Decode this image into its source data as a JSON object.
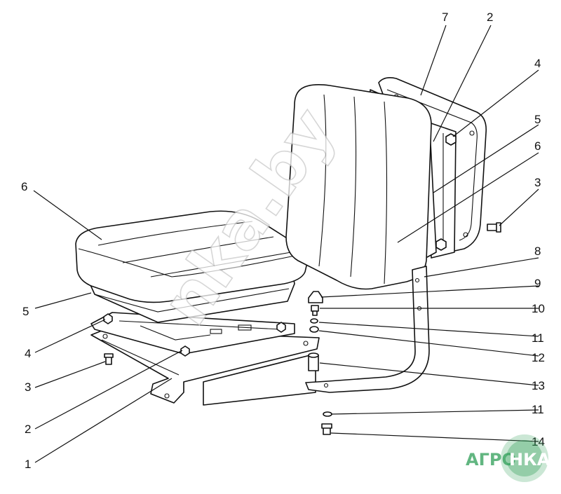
{
  "callouts": {
    "seat_cushion": "6",
    "seat_base": "5",
    "nut_left": "4",
    "bolt_left": "3",
    "bracket_left": "2",
    "frame": "1",
    "back_frame": "7",
    "back_bracket": "2",
    "back_nut": "4",
    "back_base": "5",
    "back_cushion": "6",
    "back_bolt": "3",
    "support": "8",
    "cap": "9",
    "pin": "10",
    "washer_upper": "11",
    "washer_spring": "12",
    "bushing": "13",
    "washer_lower": "11",
    "bolt_lower": "14"
  },
  "watermark": {
    "text": "nka.by"
  },
  "logo": {
    "part1": "АГРО",
    "part2": "НКА",
    "color": "#2e9e57"
  }
}
